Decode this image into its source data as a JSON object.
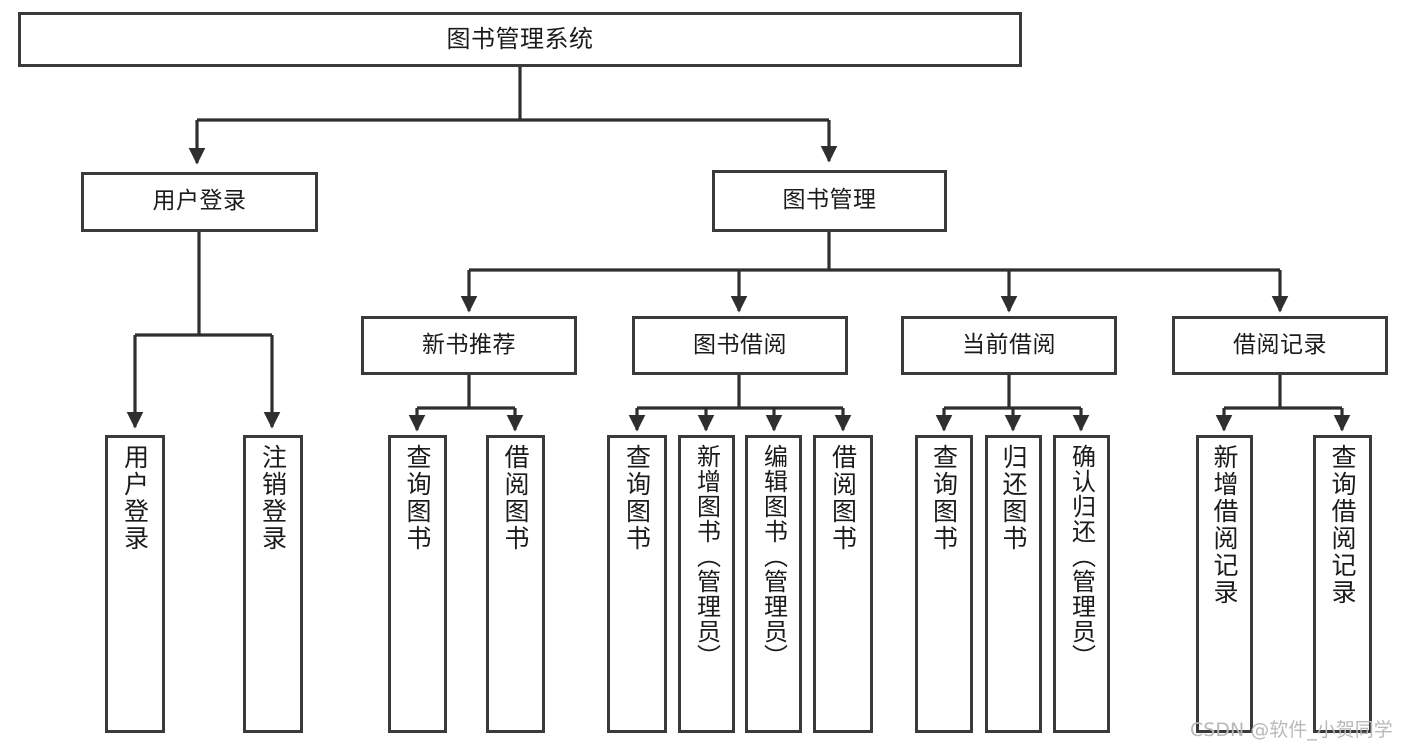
{
  "diagram": {
    "title": "图书管理系统",
    "type": "tree-hierarchy-diagram",
    "root": {
      "label": "图书管理系统"
    },
    "level2": [
      {
        "label": "用户登录"
      },
      {
        "label": "图书管理"
      }
    ],
    "level3": [
      {
        "label": "新书推荐"
      },
      {
        "label": "图书借阅"
      },
      {
        "label": "当前借阅"
      },
      {
        "label": "借阅记录"
      }
    ],
    "leaves": {
      "user_login": [
        {
          "label": "用户登录"
        },
        {
          "label": "注销登录"
        }
      ],
      "new_book_recommend": [
        {
          "label": "查询图书"
        },
        {
          "label": "借阅图书"
        }
      ],
      "book_borrow": [
        {
          "label": "查询图书"
        },
        {
          "label": "新增图书（管理员）"
        },
        {
          "label": "编辑图书（管理员）"
        },
        {
          "label": "借阅图书"
        }
      ],
      "current_borrow": [
        {
          "label": "查询图书"
        },
        {
          "label": "归还图书"
        },
        {
          "label": "确认归还（管理员）"
        }
      ],
      "borrow_record": [
        {
          "label": "新增借阅记录"
        },
        {
          "label": "查询借阅记录"
        }
      ]
    },
    "watermark": "CSDN @软件_小贺同学",
    "colors": {
      "stroke": "#3a3a3a",
      "background": "#ffffff",
      "text": "#1b1b1b",
      "watermark": "#b9b9b9"
    }
  }
}
